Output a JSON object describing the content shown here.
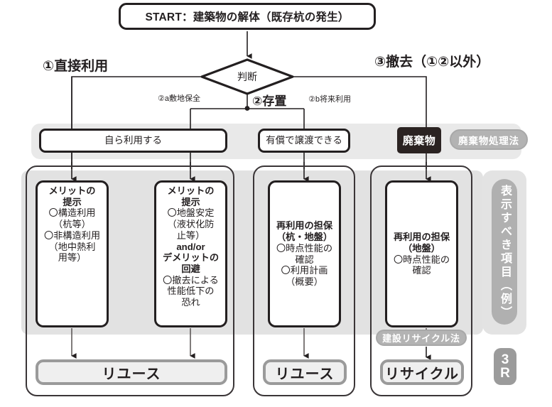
{
  "diagram": {
    "title": "START：建築物の解体（既存杭の発生）",
    "decision": "判断",
    "branches": {
      "left": "①直接利用",
      "center": "②存置",
      "right": "③撤去（①②以外）",
      "sub_a": "②a敷地保全",
      "sub_b": "②b将来利用"
    },
    "status_row": {
      "own_use": "自ら利用する",
      "paid_transfer": "有償で譲渡できる",
      "waste": "廃棄物",
      "waste_law": "廃棄物処理法"
    },
    "detail_boxes": [
      {
        "id": "merit-structural",
        "lines": [
          {
            "t": "メリットの",
            "b": true
          },
          {
            "t": "提示",
            "b": true
          },
          {
            "t": "〇構造利用",
            "b": false
          },
          {
            "t": "（杭等）",
            "b": false
          },
          {
            "t": "〇非構造利用",
            "b": false
          },
          {
            "t": "（地中熱利",
            "b": false
          },
          {
            "t": "用等）",
            "b": false
          }
        ]
      },
      {
        "id": "merit-ground",
        "lines": [
          {
            "t": "メリットの",
            "b": true
          },
          {
            "t": "提示",
            "b": true
          },
          {
            "t": "〇地盤安定",
            "b": false
          },
          {
            "t": "（液状化防",
            "b": false
          },
          {
            "t": "止等）",
            "b": false
          },
          {
            "t": "and/or",
            "b": true
          },
          {
            "t": "デメリットの",
            "b": true
          },
          {
            "t": "回避",
            "b": true
          },
          {
            "t": "〇撤去による",
            "b": false
          },
          {
            "t": "性能低下の",
            "b": false
          },
          {
            "t": "恐れ",
            "b": false
          }
        ]
      },
      {
        "id": "reuse-security-pile-ground",
        "lines": [
          {
            "t": "再利用の担保",
            "b": true
          },
          {
            "t": "（杭・地盤）",
            "b": true
          },
          {
            "t": "〇時点性能の",
            "b": false
          },
          {
            "t": "確認",
            "b": false
          },
          {
            "t": "〇利用計画",
            "b": false
          },
          {
            "t": "（概要）",
            "b": false
          }
        ]
      },
      {
        "id": "reuse-security-ground",
        "lines": [
          {
            "t": "再利用の担保",
            "b": true
          },
          {
            "t": "（地盤）",
            "b": true
          },
          {
            "t": "〇時点性能の",
            "b": false
          },
          {
            "t": "確認",
            "b": false
          }
        ]
      }
    ],
    "outcomes": {
      "reuse_left": "リユース",
      "reuse_mid": "リユース",
      "recycle": "リサイクル"
    },
    "construction_recycle_law": "建設リサイクル法",
    "side_label": "表示すべき項目（例）",
    "side_label_main": "表示すべき項目",
    "side_label_paren": "（例）",
    "three_r_top": "3",
    "three_r_bottom": "R"
  },
  "colors": {
    "ink": "#231f20",
    "band": "#e9e9e9",
    "band_mid": "#e2e2e2",
    "pill_gray": "#b0b0b0",
    "outcome_border": "#9a9a9a",
    "outcome_fill": "#efefef",
    "chip_dark": "#2b2322"
  }
}
